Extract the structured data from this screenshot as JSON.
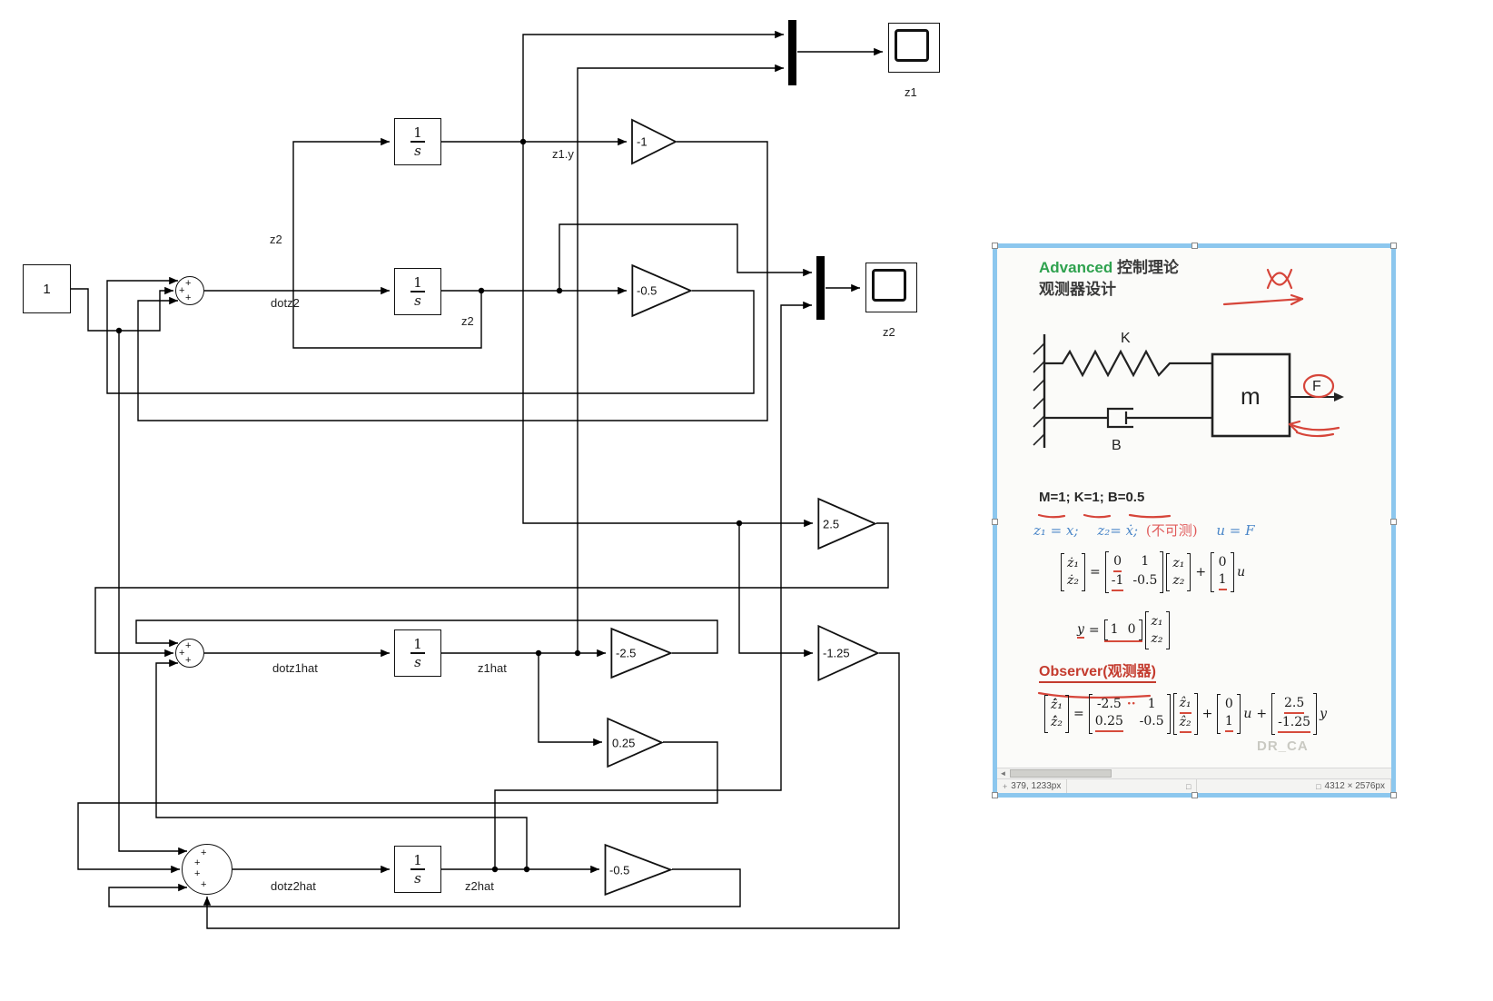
{
  "diagram": {
    "plus": "+",
    "constant": "1",
    "integrator": {
      "num": "1",
      "den": "s"
    },
    "gain_m1": "-1",
    "gain_m05": "-0.5",
    "gain_25": "2.5",
    "gain_m25": "-2.5",
    "gain_m125": "-1.25",
    "gain_025": "0.25",
    "gain_m05b": "-0.5",
    "label_z2_loop": "z2",
    "label_dotz2": "dotz2",
    "label_z1y": "z1.y",
    "label_z2_out": "z2",
    "label_dotz1hat": "dotz1hat",
    "label_z1hat": "z1hat",
    "label_dotz2hat": "dotz2hat",
    "label_z2hat": "z2hat",
    "scope1_label": "z1",
    "scope2_label": "z2"
  },
  "panel": {
    "title_en": "Advanced",
    "title_cn": " 控制理论",
    "subtitle": "观测器设计",
    "fig": {
      "k": "K",
      "b": "B",
      "m": "m",
      "f": "F"
    },
    "params": "M=1; K=1; B=0.5",
    "defs": {
      "z1": "z₁ = x;",
      "z2": "z₂= ẋ;",
      "unmeasurable": "(不可测)",
      "u": "u = F"
    },
    "eq1": {
      "lhs1": "ż₁",
      "lhs2": "ż₂",
      "eq": "=",
      "a11": "0",
      "a12": "1",
      "a21": "-1",
      "a22": "-0.5",
      "s1": "z₁",
      "s2": "z₂",
      "plus": "+",
      "b1": "0",
      "b2": "1",
      "u": "u"
    },
    "eq2": {
      "y": "y",
      "eq": "=",
      "c1": "1",
      "c2": "0",
      "s1": "z₁",
      "s2": "z₂"
    },
    "observer_title": "Observer(观测器)",
    "eq3": {
      "lhs1": "ẑ̇₁",
      "lhs2": "ẑ̇₂",
      "eq": "=",
      "a11": "-2.5",
      "dots": "··",
      "a12": "1",
      "a21": "0.25",
      "a22": "-0.5",
      "s1": "ẑ₁",
      "s2": "ẑ₂",
      "plus1": "+",
      "b1": "0",
      "b2": "1",
      "u": "u",
      "plus2": "+",
      "l1": "2.5",
      "l2": "-1.25",
      "y": "y"
    },
    "watermark": "DR_CA",
    "scrollbar_left": "◄",
    "status": {
      "pos_icon": "+",
      "pos": "379, 1233px",
      "mid_icon": "□",
      "size_icon": "□",
      "size": "4312 × 2576px"
    }
  }
}
